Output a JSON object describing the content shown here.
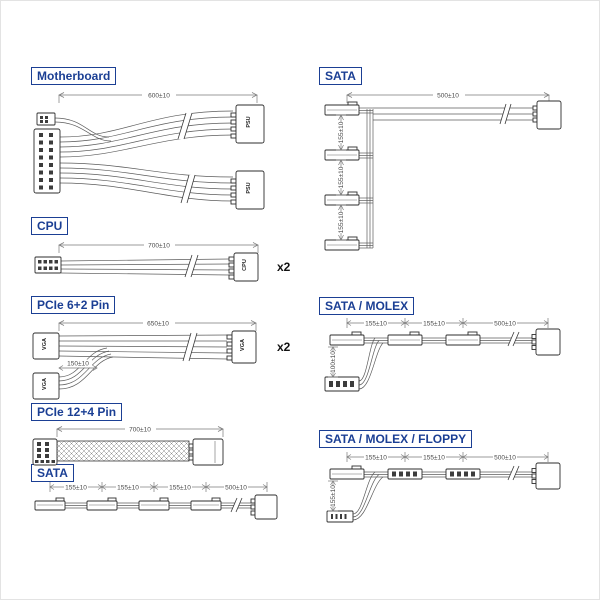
{
  "accent_color": "#1b3f94",
  "sections": {
    "motherboard": {
      "label": "Motherboard",
      "dim_main": "600±10",
      "connectors": [
        "PSU",
        "PSU"
      ]
    },
    "cpu": {
      "label": "CPU",
      "dim_main": "700±10",
      "connector": "CPU",
      "qty": "x2"
    },
    "pcie_6_2": {
      "label": "PCIe 6+2 Pin",
      "dim_main": "650±10",
      "dim_split": "150±10",
      "connectors": [
        "VGA",
        "VGA",
        "VGA"
      ],
      "qty": "x2"
    },
    "pcie_12_4": {
      "label": "PCIe 12+4 Pin",
      "dim_main": "700±10"
    },
    "sata_a": {
      "label": "SATA",
      "dims": [
        "155±10",
        "155±10",
        "155±10",
        "500±10"
      ]
    },
    "sata_b": {
      "label": "SATA",
      "dim_main": "500±10",
      "dims": [
        "155±10",
        "155±10",
        "155±10"
      ]
    },
    "sata_molex": {
      "label": "SATA / MOLEX",
      "dims": [
        "155±10",
        "155±10",
        "500±10"
      ],
      "dim_drop": "100±10"
    },
    "sata_molex_floppy": {
      "label": "SATA / MOLEX / FLOPPY",
      "dims": [
        "155±10",
        "155±10",
        "500±10"
      ],
      "dim_drop": "155±10"
    }
  }
}
